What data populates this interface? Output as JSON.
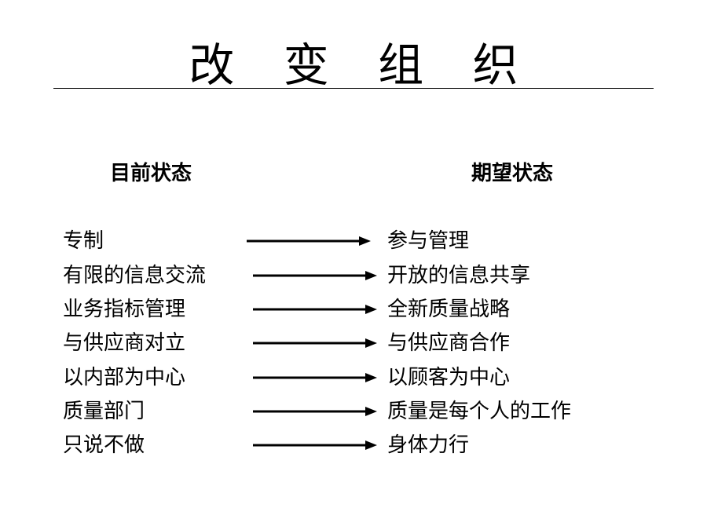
{
  "title": "改 变 组 织",
  "headers": {
    "current": "目前状态",
    "desired": "期望状态"
  },
  "rows": [
    {
      "current": "专制",
      "desired": "参与管理"
    },
    {
      "current": "有限的信息交流",
      "desired": "开放的信息共享"
    },
    {
      "current": "业务指标管理",
      "desired": "全新质量战略"
    },
    {
      "current": "与供应商对立",
      "desired": "与供应商合作"
    },
    {
      "current": "以内部为中心",
      "desired": "以顾客为中心"
    },
    {
      "current": "质量部门",
      "desired": "质量是每个人的工作"
    },
    {
      "current": "只说不做",
      "desired": "身体力行"
    }
  ]
}
